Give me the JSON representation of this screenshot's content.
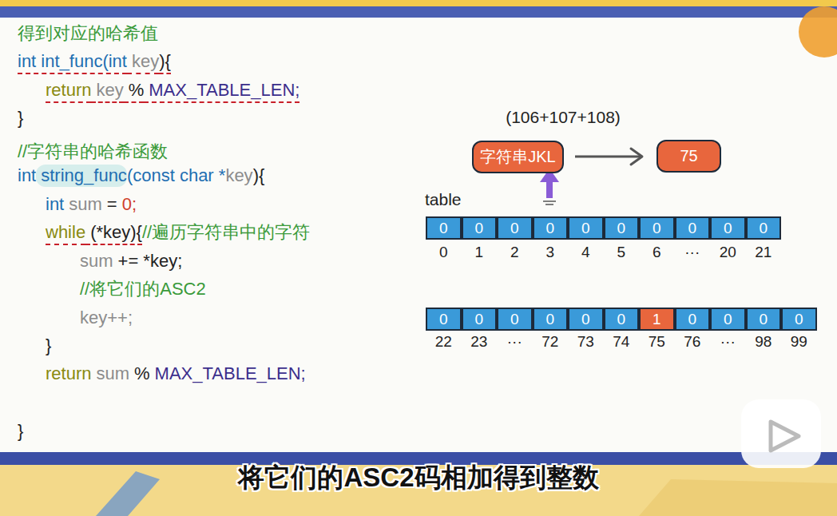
{
  "diagram": {
    "nodes": [
      {
        "text": [
          "字符串JKL"
        ]
      },
      {
        "text": [
          "75"
        ]
      },
      {
        "text": [
          "0"
        ]
      },
      {
        "text": [
          "0"
        ]
      },
      {
        "text": [
          "0"
        ]
      },
      {
        "text": [
          "0"
        ]
      },
      {
        "text": [
          "0"
        ]
      },
      {
        "text": [
          "0"
        ]
      },
      {
        "text": [
          "0"
        ]
      },
      {
        "text": [
          "0"
        ]
      },
      {
        "text": [
          "0"
        ]
      },
      {
        "text": [
          "0"
        ]
      },
      {
        "text": [
          "0"
        ]
      },
      {
        "text": [
          "0"
        ]
      },
      {
        "text": [
          "0"
        ]
      },
      {
        "text": [
          "0"
        ]
      },
      {
        "text": [
          "0"
        ]
      },
      {
        "text": [
          "0"
        ]
      },
      {
        "text": [
          "1"
        ]
      },
      {
        "text": [
          "0"
        ]
      },
      {
        "text": [
          "0"
        ]
      },
      {
        "text": [
          "0"
        ]
      },
      {
        "text": [
          "0"
        ]
      }
    ],
    "edges": [
      {
        "from": 0,
        "to": 1,
        "arrow": "to"
      }
    ],
    "labels": [
      "得到对应的哈希值",
      "int int_func(int",
      "key",
      "){",
      "return",
      "key",
      "%",
      "MAX_TABLE_LEN;",
      "}",
      "//字符串的哈希函数",
      "int",
      "string_func",
      "(const char *",
      "key",
      "){",
      "int",
      "sum",
      "=",
      "0;",
      "while",
      "(*key){",
      "//遍历字符串中的字符",
      "sum",
      "+= *key;",
      "//将它们的ASC2",
      "key++;",
      "}",
      "return",
      "sum",
      "%",
      "MAX_TABLE_LEN;",
      "}",
      "(106+107+108)",
      "table",
      "0",
      "1",
      "2",
      "3",
      "4",
      "5",
      "6",
      "···",
      "20",
      "21",
      "22",
      "23",
      "···",
      "72",
      "73",
      "74",
      "75",
      "76",
      "···",
      "98",
      "99",
      "将它们的ASC2码相加得到整数"
    ]
  }
}
